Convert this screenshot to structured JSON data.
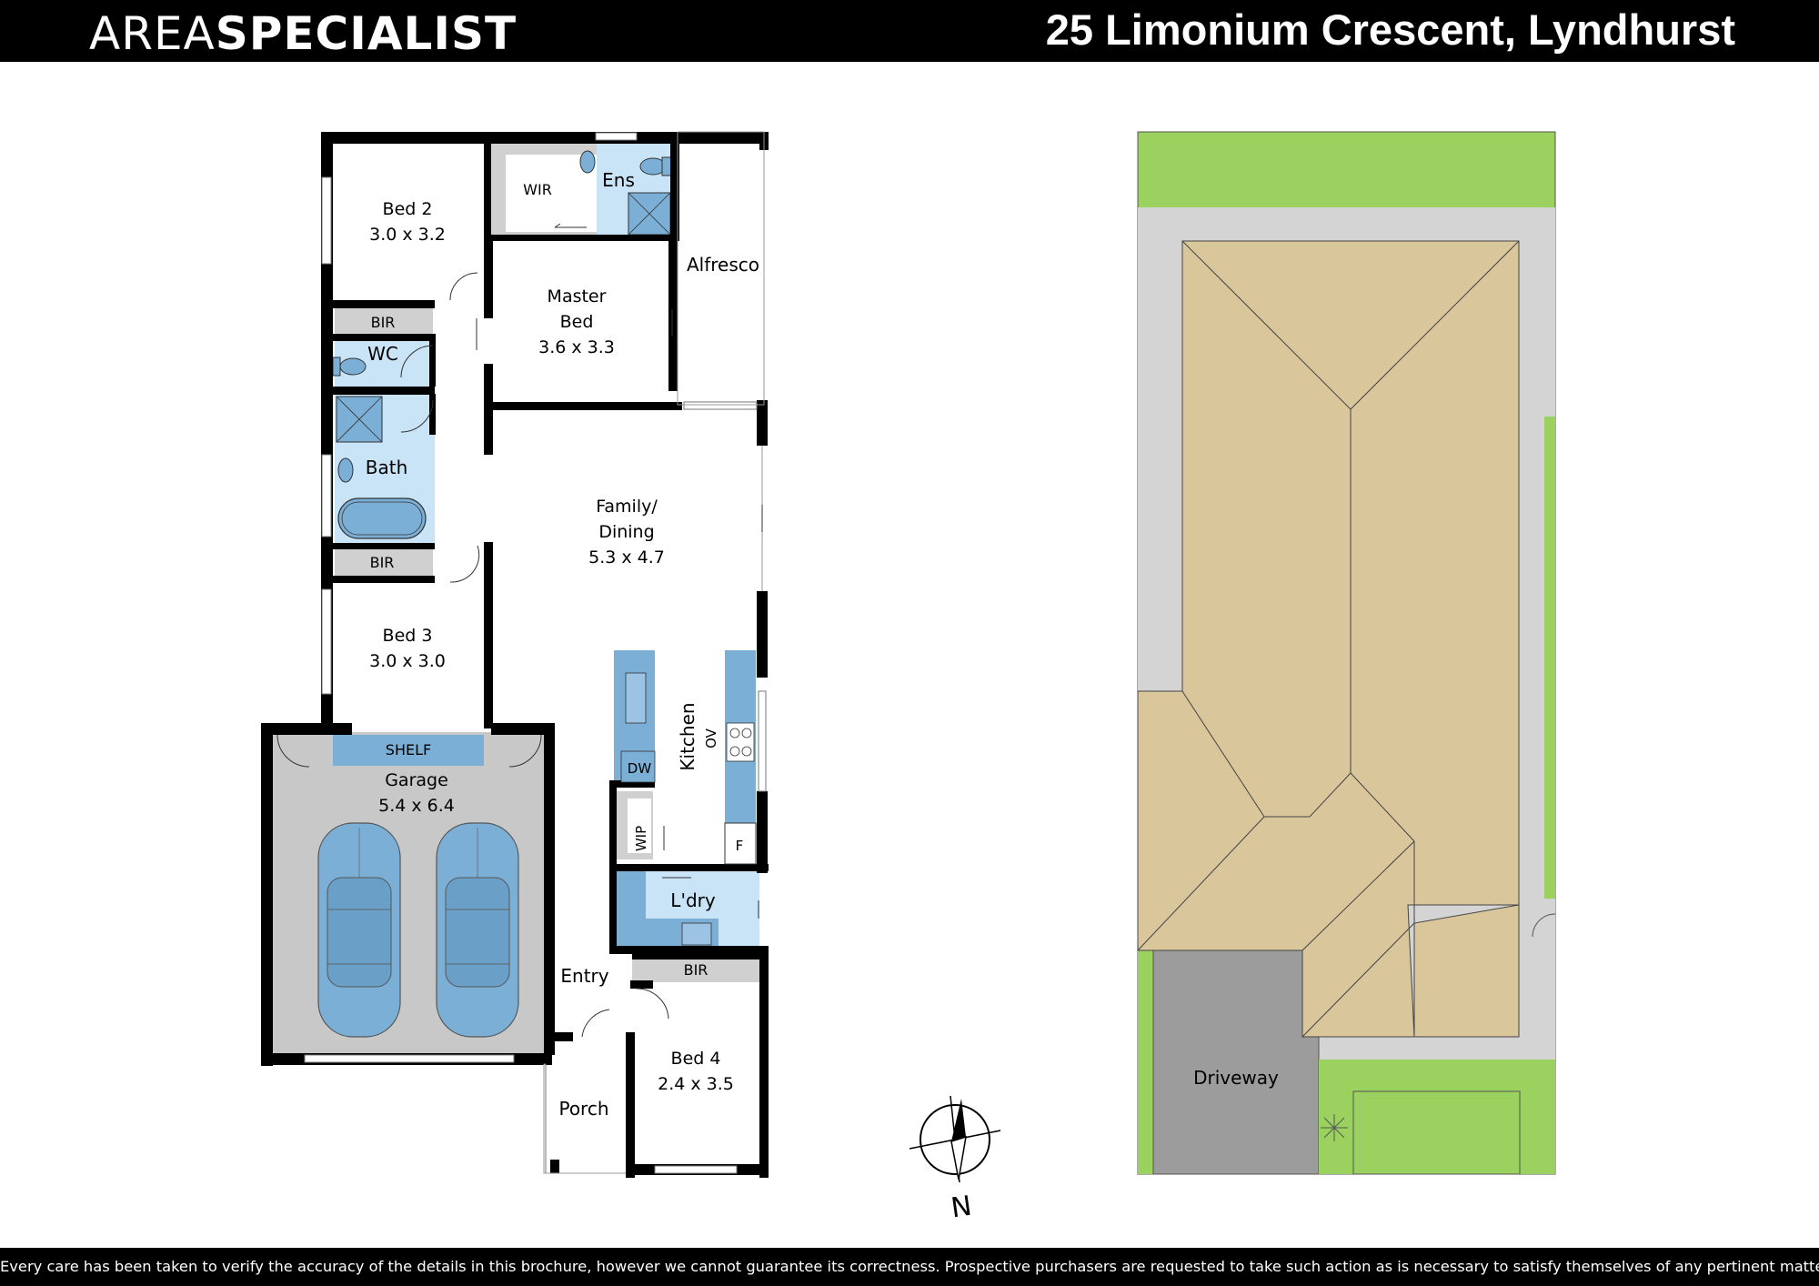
{
  "header": {
    "logo_light": "AREA",
    "logo_bold": "SPECIALIST",
    "address": "25 Limonium Crescent, Lyndhurst"
  },
  "footer": {
    "disclaimer": "Every care has been taken to verify the accuracy of the details in this brochure, however we cannot guarantee its correctness. Prospective purchasers are requested to take such action as is necessary to satisfy themselves of any pertinent matters."
  },
  "rooms": {
    "bed2": {
      "name": "Bed 2",
      "size": "3.0 x 3.2"
    },
    "wir": "WIR",
    "ens": "Ens",
    "alfresco": "Alfresco",
    "master": {
      "name_line1": "Master",
      "name_line2": "Bed",
      "size": "3.6 x 3.3"
    },
    "bir_top": "BIR",
    "wc": "WC",
    "bath": "Bath",
    "bir_mid": "BIR",
    "family": {
      "name_line1": "Family/",
      "name_line2": "Dining",
      "size": "5.3 x 4.7"
    },
    "bed3": {
      "name": "Bed 3",
      "size": "3.0 x 3.0"
    },
    "kitchen": "Kitchen",
    "ov": "OV",
    "dw": "DW",
    "wip": "WIP",
    "fridge": "F",
    "shelf": "SHELF",
    "garage": {
      "name": "Garage",
      "size": "5.4 x 6.4"
    },
    "laundry": "L'dry",
    "bir_bed4": "BIR",
    "entry": "Entry",
    "bed4": {
      "name": "Bed 4",
      "size": "2.4 x 3.5"
    },
    "porch": "Porch"
  },
  "compass": {
    "label": "N"
  },
  "site": {
    "driveway": "Driveway"
  },
  "colors": {
    "wall": "#000000",
    "wet_area": "#c9e3f7",
    "fixture_blue": "#7bafd6",
    "storage_grey": "#d0d0d0",
    "garage_grey": "#c8c8c8",
    "lawn_green": "#9bd15f",
    "roof_tan": "#d9c69b",
    "driveway_grey": "#9c9c9c",
    "path_grey": "#d4d4d4"
  }
}
